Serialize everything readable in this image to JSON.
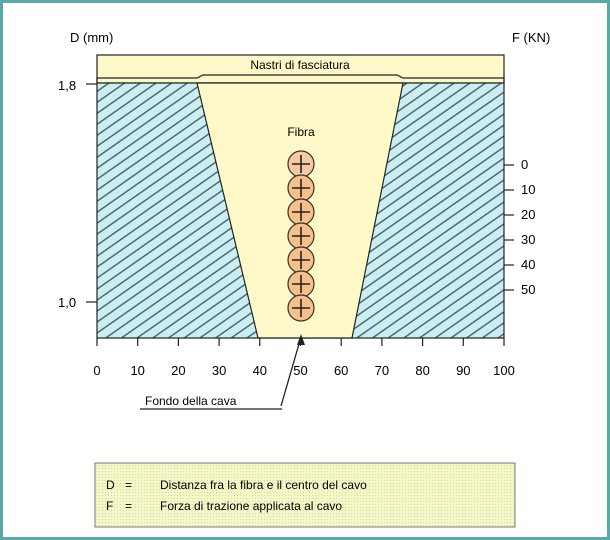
{
  "diagram": {
    "left_axis_label": "D (mm)",
    "right_axis_label": "F (KN)",
    "left_ticks": [
      "1,8",
      "1,0"
    ],
    "top_band_label": "Nastri di fasciatura",
    "fibre_label": "Fibra",
    "right_ticks": [
      "0",
      "10",
      "20",
      "30",
      "40",
      "50"
    ],
    "x_ticks": [
      "0",
      "10",
      "20",
      "30",
      "40",
      "50",
      "60",
      "70",
      "80",
      "90",
      "100"
    ],
    "bottom_callout": "Fondo della cava",
    "fibre_count": 7
  },
  "legend": {
    "rows": [
      {
        "symbol": "D",
        "eq": "=",
        "text": "Distanza fra la fibra e il centro del cavo"
      },
      {
        "symbol": "F",
        "eq": "=",
        "text": "Forza di trazione applicata al cavo"
      }
    ]
  },
  "colors": {
    "frame": "#5aa9a9",
    "band": "#fff8c8",
    "hatch_bg": "#cdeef0",
    "hatch_line": "#335566",
    "fibre_fill": "#f5c08a",
    "fibre_top": "#f6c9a0",
    "legend_bg": "#f5f7c8"
  }
}
